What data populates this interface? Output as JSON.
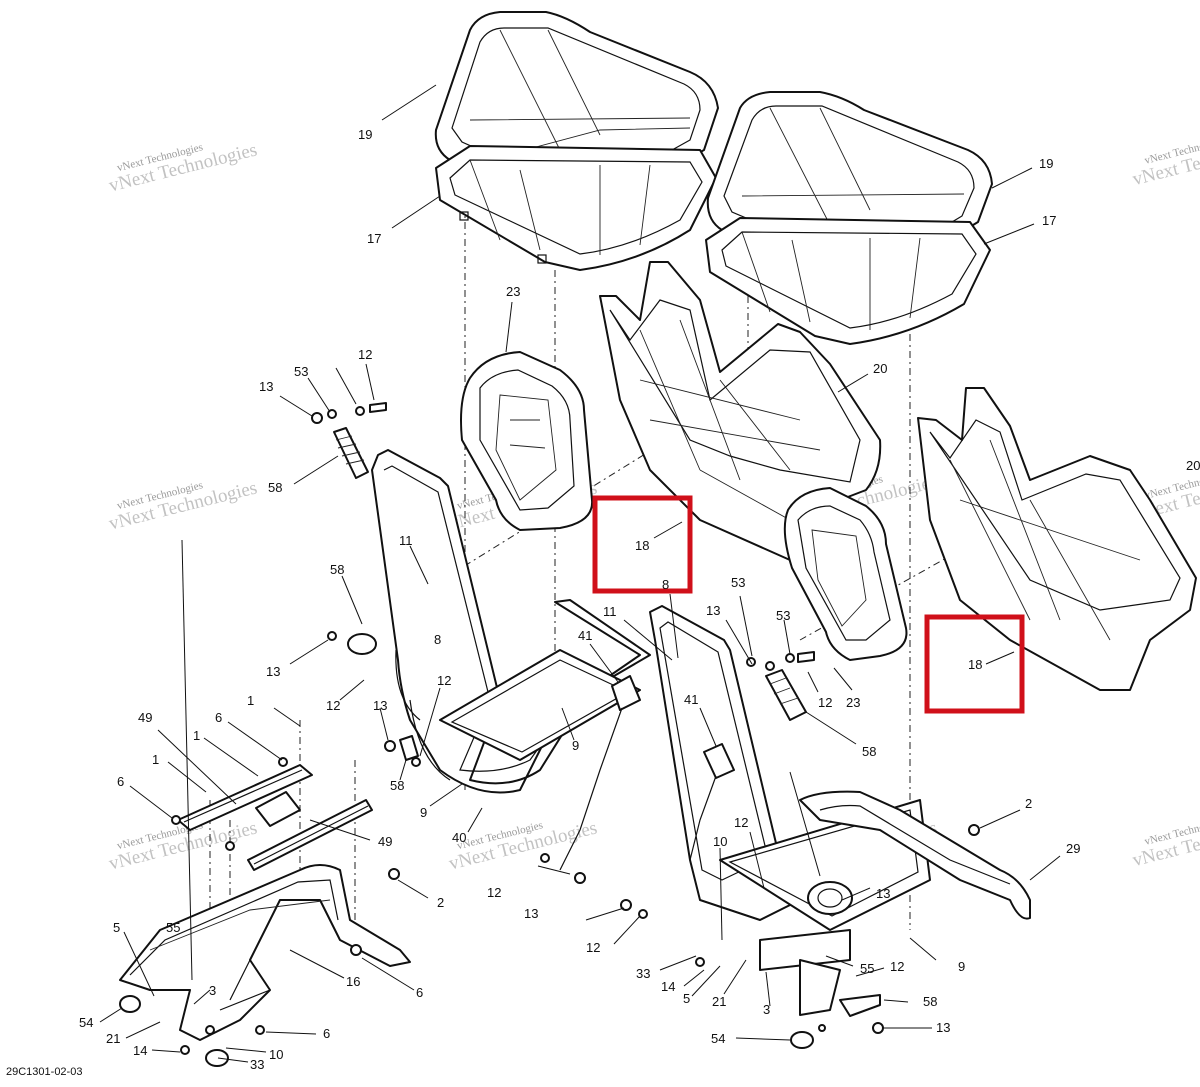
{
  "diagram_id": "29C1301-02-03",
  "watermark_text": "vNext Technologies",
  "highlight_color": "#d0101a",
  "callouts": [
    {
      "id": "c19a",
      "label": "19"
    },
    {
      "id": "c17a",
      "label": "17"
    },
    {
      "id": "c19b",
      "label": "19"
    },
    {
      "id": "c17b",
      "label": "17"
    },
    {
      "id": "c23a",
      "label": "23"
    },
    {
      "id": "c20a",
      "label": "20"
    },
    {
      "id": "c20b",
      "label": "20"
    },
    {
      "id": "c53a",
      "label": "53"
    },
    {
      "id": "c12a",
      "label": "12"
    },
    {
      "id": "c13a",
      "label": "13"
    },
    {
      "id": "c58a",
      "label": "58"
    },
    {
      "id": "c11a",
      "label": "11"
    },
    {
      "id": "c58b",
      "label": "58"
    },
    {
      "id": "c8a",
      "label": "8"
    },
    {
      "id": "c13b",
      "label": "13"
    },
    {
      "id": "c12b",
      "label": "12"
    },
    {
      "id": "c13c",
      "label": "13"
    },
    {
      "id": "c12c",
      "label": "12"
    },
    {
      "id": "c9a",
      "label": "9"
    },
    {
      "id": "c58c",
      "label": "58"
    },
    {
      "id": "c9b",
      "label": "9"
    },
    {
      "id": "c40",
      "label": "40"
    },
    {
      "id": "c18a",
      "label": "18"
    },
    {
      "id": "c8b",
      "label": "8"
    },
    {
      "id": "c11b",
      "label": "11"
    },
    {
      "id": "c41a",
      "label": "41"
    },
    {
      "id": "c53b",
      "label": "53"
    },
    {
      "id": "c13d",
      "label": "13"
    },
    {
      "id": "c53c",
      "label": "53"
    },
    {
      "id": "c12d",
      "label": "12"
    },
    {
      "id": "c23b",
      "label": "23"
    },
    {
      "id": "c41b",
      "label": "41"
    },
    {
      "id": "c58d",
      "label": "58"
    },
    {
      "id": "c18b",
      "label": "18"
    },
    {
      "id": "c2a",
      "label": "2"
    },
    {
      "id": "c29",
      "label": "29"
    },
    {
      "id": "c12e",
      "label": "12"
    },
    {
      "id": "c10a",
      "label": "10"
    },
    {
      "id": "c13e",
      "label": "13"
    },
    {
      "id": "c12f",
      "label": "12"
    },
    {
      "id": "c13f",
      "label": "13"
    },
    {
      "id": "c12g",
      "label": "12"
    },
    {
      "id": "c33a",
      "label": "33"
    },
    {
      "id": "c14a",
      "label": "14"
    },
    {
      "id": "c5a",
      "label": "5"
    },
    {
      "id": "c21a",
      "label": "21"
    },
    {
      "id": "c3a",
      "label": "3"
    },
    {
      "id": "c55a",
      "label": "55"
    },
    {
      "id": "c12h",
      "label": "12"
    },
    {
      "id": "c9c",
      "label": "9"
    },
    {
      "id": "c58e",
      "label": "58"
    },
    {
      "id": "c13g",
      "label": "13"
    },
    {
      "id": "c54a",
      "label": "54"
    },
    {
      "id": "c49a",
      "label": "49"
    },
    {
      "id": "c6a",
      "label": "6"
    },
    {
      "id": "c1a",
      "label": "1"
    },
    {
      "id": "c1b",
      "label": "1"
    },
    {
      "id": "c1c",
      "label": "1"
    },
    {
      "id": "c6b",
      "label": "6"
    },
    {
      "id": "c49b",
      "label": "49"
    },
    {
      "id": "c2b",
      "label": "2"
    },
    {
      "id": "c55b",
      "label": "55"
    },
    {
      "id": "c5b",
      "label": "5"
    },
    {
      "id": "c16",
      "label": "16"
    },
    {
      "id": "c6c",
      "label": "6"
    },
    {
      "id": "c3b",
      "label": "3"
    },
    {
      "id": "c54b",
      "label": "54"
    },
    {
      "id": "c21b",
      "label": "21"
    },
    {
      "id": "c6d",
      "label": "6"
    },
    {
      "id": "c14b",
      "label": "14"
    },
    {
      "id": "c10b",
      "label": "10"
    },
    {
      "id": "c33b",
      "label": "33"
    }
  ]
}
